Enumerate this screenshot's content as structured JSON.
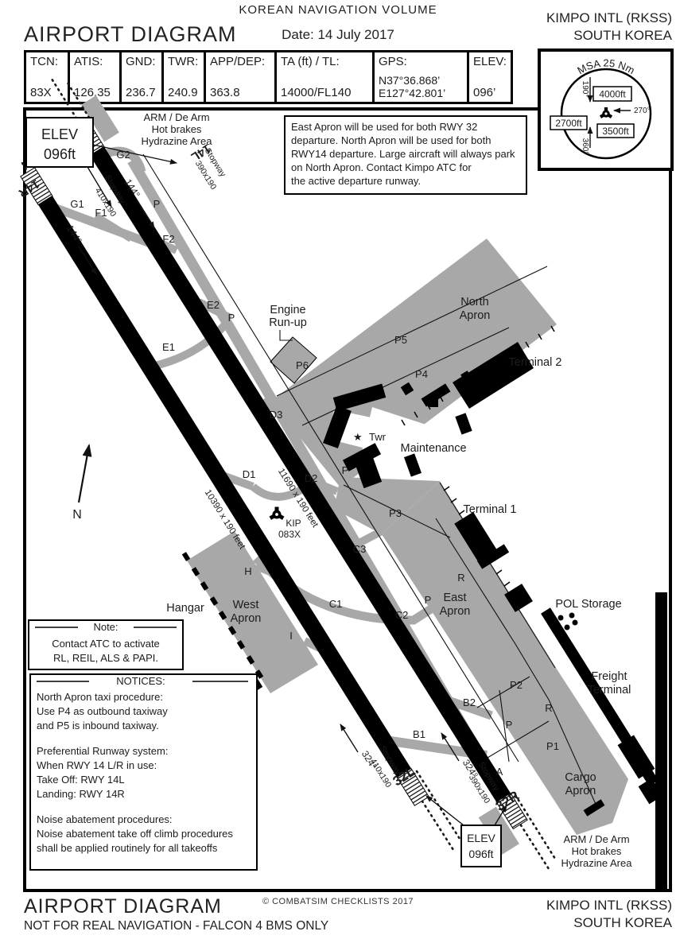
{
  "header": {
    "volume": "KOREAN NAVIGATION VOLUME",
    "title": "AIRPORT DIAGRAM",
    "date": "Date: 14 July 2017",
    "airport": "KIMPO INTL (RKSS)",
    "country": "SOUTH KOREA"
  },
  "table": {
    "cells": [
      {
        "label": "TCN:",
        "value": "83X"
      },
      {
        "label": "ATIS:",
        "value": "126.35"
      },
      {
        "label": "GND:",
        "value": "236.7"
      },
      {
        "label": "TWR:",
        "value": "240.9"
      },
      {
        "label": "APP/DEP:",
        "value": "363.8"
      },
      {
        "label": "TA (ft) / TL:",
        "value": "14000/FL140"
      },
      {
        "label": "GPS:",
        "value": "N37°36.868’",
        "value2": "E127°42.801’"
      },
      {
        "label": "ELEV:",
        "value": "096’"
      }
    ]
  },
  "msa": {
    "title": "MSA 25 Nm",
    "bearing_190": "190°",
    "bearing_270": "270°",
    "bearing_360": "360°",
    "alt_4000": "4000ft",
    "alt_2700": "2700ft",
    "alt_3500": "3500ft"
  },
  "diagram": {
    "elev_line1": "ELEV",
    "elev_line2": "096ft",
    "arm1": "ARM / De Arm",
    "arm2": "Hot brakes",
    "arm3": "Hydrazine Area",
    "rwy14l": "14L",
    "rwy14r": "14R",
    "rwy32l": "32L",
    "rwy32r": "32R",
    "hdg144": "144°",
    "hdg324": "324°",
    "stopway": "Stopway",
    "sw390": "390x190",
    "sw410": "410x190",
    "dim_east": "11690 x 190 feet",
    "dim_west": "10390 x 190 feet",
    "g1": "G1",
    "g2": "G2",
    "f1": "F1",
    "f2": "F2",
    "e1": "E1",
    "e2": "E2",
    "d1": "D1",
    "d2": "D2",
    "d3": "D3",
    "c1": "C1",
    "c2": "C2",
    "c3": "C3",
    "b1": "B1",
    "b2": "B2",
    "p": "P",
    "a": "A",
    "r": "R",
    "h": "H",
    "i": "I",
    "p1": "P1",
    "p2": "P2",
    "p3": "P3",
    "p4": "P4",
    "p5": "P5",
    "p6": "P6",
    "engine1": "Engine",
    "engine2": "Run-up",
    "north_apron1": "North",
    "north_apron2": "Apron",
    "east_apron1": "East",
    "east_apron2": "Apron",
    "west_apron1": "West",
    "west_apron2": "Apron",
    "cargo1": "Cargo",
    "cargo2": "Apron",
    "freight1": "Freight",
    "freight2": "Terminal",
    "terminal1": "Terminal 1",
    "terminal2": "Terminal 2",
    "hangar": "Hangar",
    "pol": "POL Storage",
    "kip": "KIP",
    "kip_chan": "083X",
    "twr": "Twr",
    "twr_star": "★",
    "maintenance": "Maintenance",
    "north": "N"
  },
  "boxes": {
    "note": {
      "title": "Note:",
      "lines": [
        "Contact ATC to activate",
        "RL, REIL, ALS & PAPI."
      ]
    },
    "notices": {
      "title": "NOTICES:",
      "lines": [
        "North Apron taxi procedure:",
        "Use P4 as outbound taxiway",
        "and P5 is inbound taxiway.",
        "Preferential Runway system:",
        "When RWY 14 L/R in use:",
        "Take Off: RWY 14L",
        "Landing: RWY 14R",
        "Noise abatement procedures:",
        "Noise abatement take off climb procedures",
        "shall be applied routinely for all  takeoffs"
      ]
    },
    "east_apron_note": {
      "lines": [
        "East Apron will be used for both RWY 32",
        "departure. North Apron will be used for both",
        "RWY14 departure. Large aircraft will always park",
        "on North Apron. Contact Kimpo ATC for",
        "the active departure runway."
      ]
    }
  },
  "footer": {
    "title": "AIRPORT DIAGRAM",
    "subtitle": "NOT FOR REAL NAVIGATION - FALCON 4 BMS ONLY",
    "copyright": "© COMBATSIM CHECKLISTS 2017",
    "airport": "KIMPO INTL (RKSS)",
    "country": "SOUTH KOREA"
  },
  "colors": {
    "taxiway_gray": "#a8a8a8",
    "runway_black": "#000000",
    "background": "#ffffff"
  }
}
